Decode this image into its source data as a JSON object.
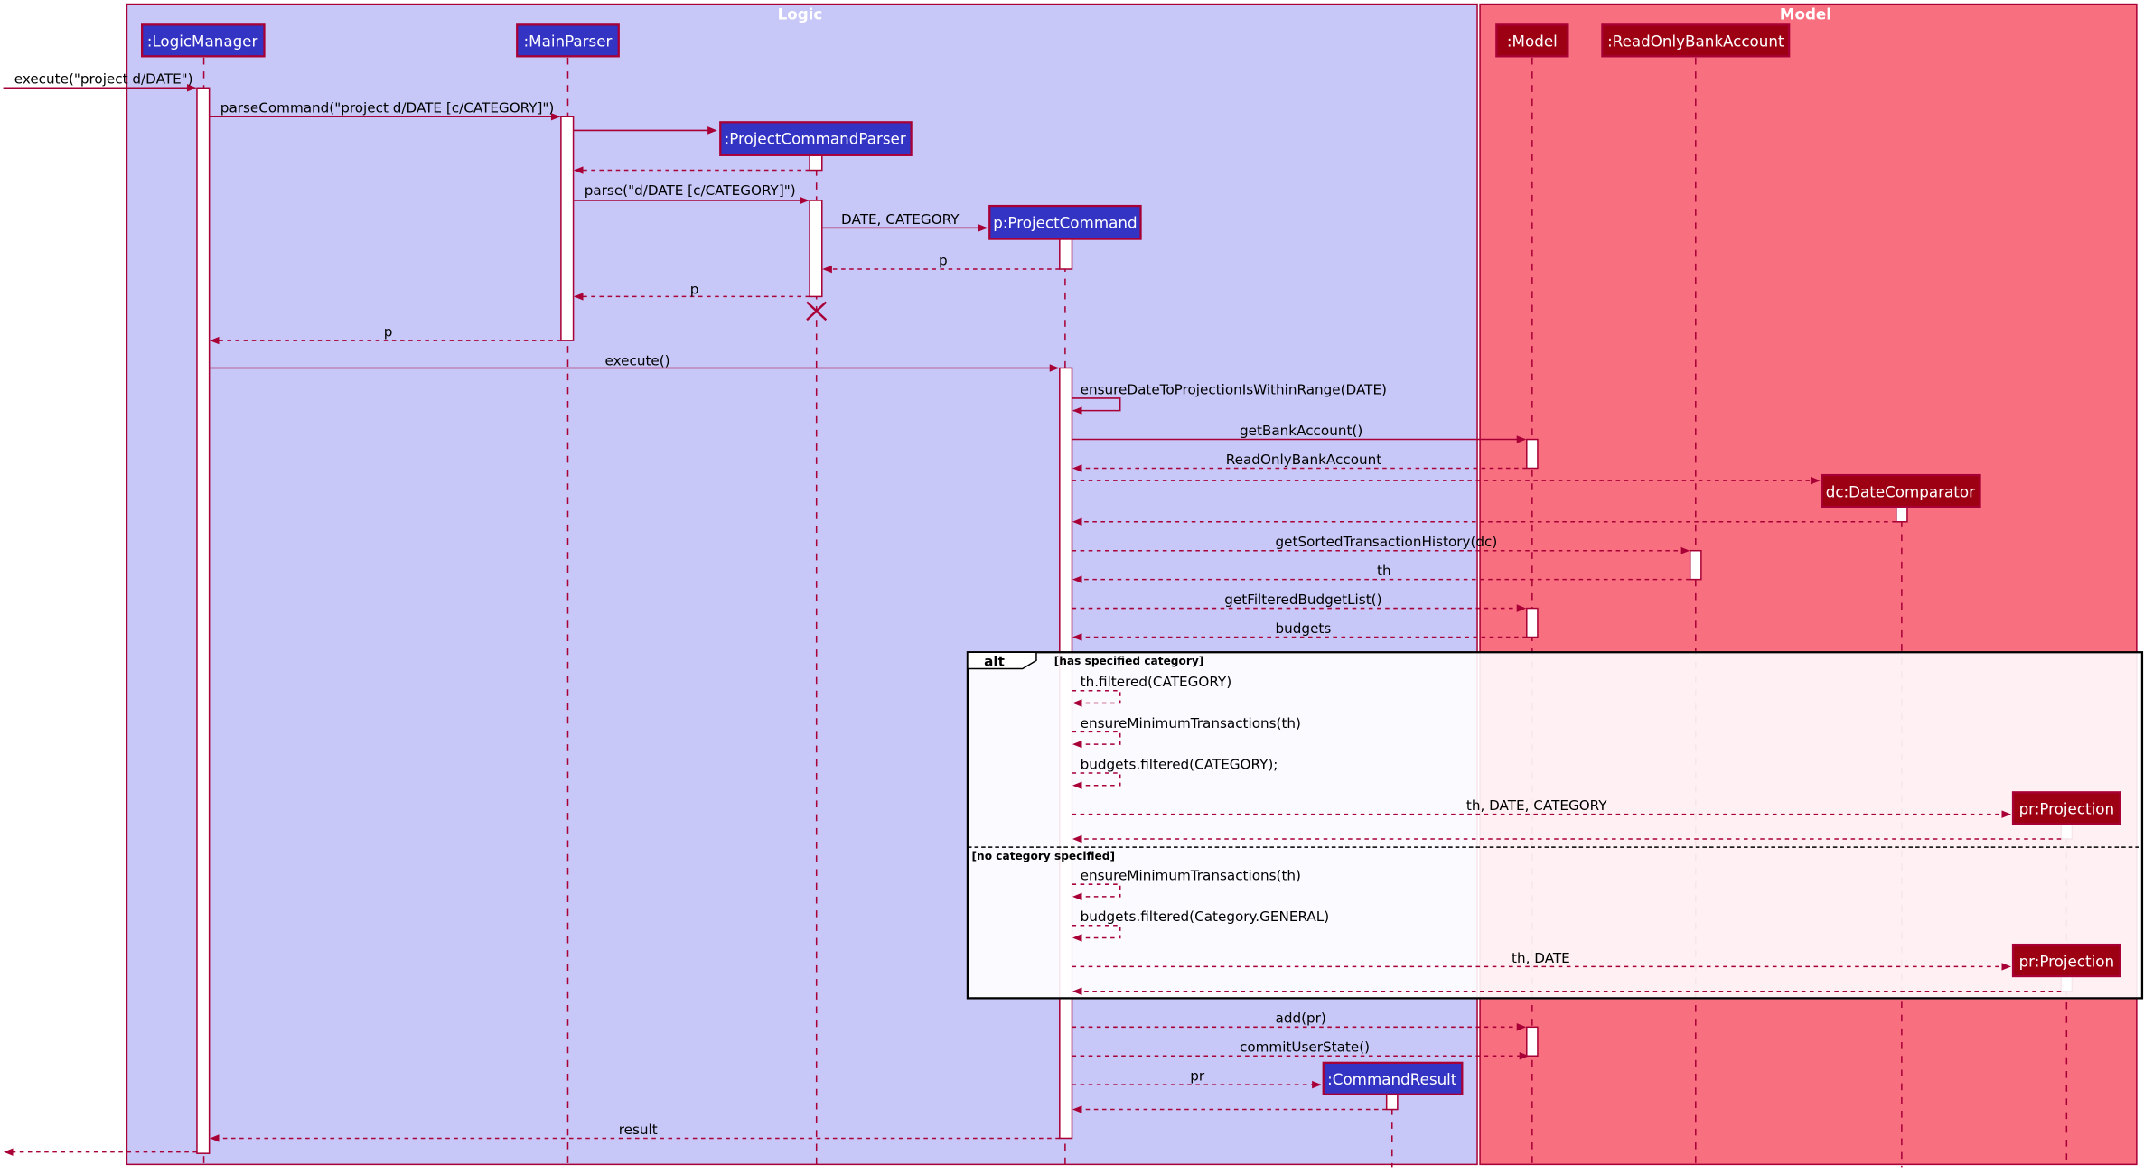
{
  "colors": {
    "logic_fill": "#C8C8F8",
    "model_fill": "#F87080",
    "box_border": "#A80036",
    "logic_box": "#3333C4",
    "model_box": "#9D0012",
    "arrow": "#A80036"
  },
  "groups": [
    {
      "id": "logic",
      "title": "Logic"
    },
    {
      "id": "model",
      "title": "Model"
    }
  ],
  "participants": [
    {
      "id": "lm",
      "label": ":LogicManager",
      "group": "logic"
    },
    {
      "id": "mp",
      "label": ":MainParser",
      "group": "logic"
    },
    {
      "id": "pcp",
      "label": ":ProjectCommandParser",
      "group": "logic",
      "created": true
    },
    {
      "id": "pc",
      "label": "p:ProjectCommand",
      "group": "logic",
      "created": true
    },
    {
      "id": "model",
      "label": ":Model",
      "group": "model"
    },
    {
      "id": "roba",
      "label": ":ReadOnlyBankAccount",
      "group": "model"
    },
    {
      "id": "dc",
      "label": "dc:DateComparator",
      "group": "model",
      "created": true
    },
    {
      "id": "pr1",
      "label": "pr:Projection",
      "group": "model",
      "created": true
    },
    {
      "id": "pr2",
      "label": "pr:Projection",
      "group": "model",
      "created": true
    },
    {
      "id": "cr",
      "label": ":CommandResult",
      "group": "logic",
      "created": true
    }
  ],
  "messages": [
    {
      "from": "external",
      "to": "lm",
      "label": "execute(\"project d/DATE\")",
      "style": "call"
    },
    {
      "from": "lm",
      "to": "mp",
      "label": "parseCommand(\"project d/DATE [c/CATEGORY]\")",
      "style": "call"
    },
    {
      "from": "mp",
      "to": "pcp",
      "label": "",
      "style": "create"
    },
    {
      "from": "pcp",
      "to": "mp",
      "label": "",
      "style": "return"
    },
    {
      "from": "mp",
      "to": "pcp",
      "label": "parse(\"d/DATE [c/CATEGORY]\")",
      "style": "call"
    },
    {
      "from": "pcp",
      "to": "pc",
      "label": "DATE, CATEGORY",
      "style": "create"
    },
    {
      "from": "pc",
      "to": "pcp",
      "label": "p",
      "style": "return"
    },
    {
      "from": "pcp",
      "to": "mp",
      "label": "p",
      "style": "return"
    },
    {
      "from": "mp",
      "to": "lm",
      "label": "p",
      "style": "return"
    },
    {
      "from": "lm",
      "to": "pc",
      "label": "execute()",
      "style": "call"
    },
    {
      "from": "pc",
      "to": "pc",
      "label": "ensureDateToProjectionIsWithinRange(DATE)",
      "style": "self-call"
    },
    {
      "from": "pc",
      "to": "model",
      "label": "getBankAccount()",
      "style": "call"
    },
    {
      "from": "model",
      "to": "pc",
      "label": "ReadOnlyBankAccount",
      "style": "return"
    },
    {
      "from": "pc",
      "to": "dc",
      "label": "",
      "style": "create-dotted"
    },
    {
      "from": "dc",
      "to": "pc",
      "label": "",
      "style": "return"
    },
    {
      "from": "pc",
      "to": "roba",
      "label": "getSortedTransactionHistory(dc)",
      "style": "dotted"
    },
    {
      "from": "roba",
      "to": "pc",
      "label": "th",
      "style": "return"
    },
    {
      "from": "pc",
      "to": "model",
      "label": "getFilteredBudgetList()",
      "style": "dotted"
    },
    {
      "from": "model",
      "to": "pc",
      "label": "budgets",
      "style": "return"
    },
    {
      "from": "pc",
      "to": "pc",
      "label": "th.filtered(CATEGORY)",
      "style": "self-dotted"
    },
    {
      "from": "pc",
      "to": "pc",
      "label": "ensureMinimumTransactions(th)",
      "style": "self-dotted"
    },
    {
      "from": "pc",
      "to": "pc",
      "label": "budgets.filtered(CATEGORY);",
      "style": "self-dotted"
    },
    {
      "from": "pc",
      "to": "pr1",
      "label": "th, DATE, CATEGORY",
      "style": "create-dotted"
    },
    {
      "from": "pr1",
      "to": "pc",
      "label": "",
      "style": "return"
    },
    {
      "from": "pc",
      "to": "pc",
      "label": "ensureMinimumTransactions(th)",
      "style": "self-dotted"
    },
    {
      "from": "pc",
      "to": "pc",
      "label": "budgets.filtered(Category.GENERAL)",
      "style": "self-dotted"
    },
    {
      "from": "pc",
      "to": "pr2",
      "label": "th, DATE",
      "style": "create-dotted"
    },
    {
      "from": "pr2",
      "to": "pc",
      "label": "",
      "style": "return"
    },
    {
      "from": "pc",
      "to": "model",
      "label": "add(pr)",
      "style": "dotted"
    },
    {
      "from": "pc",
      "to": "model",
      "label": "commitUserState()",
      "style": "dotted"
    },
    {
      "from": "pc",
      "to": "cr",
      "label": "pr",
      "style": "create-dotted"
    },
    {
      "from": "cr",
      "to": "pc",
      "label": "",
      "style": "return"
    },
    {
      "from": "pc",
      "to": "lm",
      "label": "result",
      "style": "return"
    },
    {
      "from": "lm",
      "to": "external",
      "label": "",
      "style": "return"
    }
  ],
  "fragment": {
    "operator": "alt",
    "guards": [
      "[has specified category]",
      "[no category specified]"
    ]
  }
}
